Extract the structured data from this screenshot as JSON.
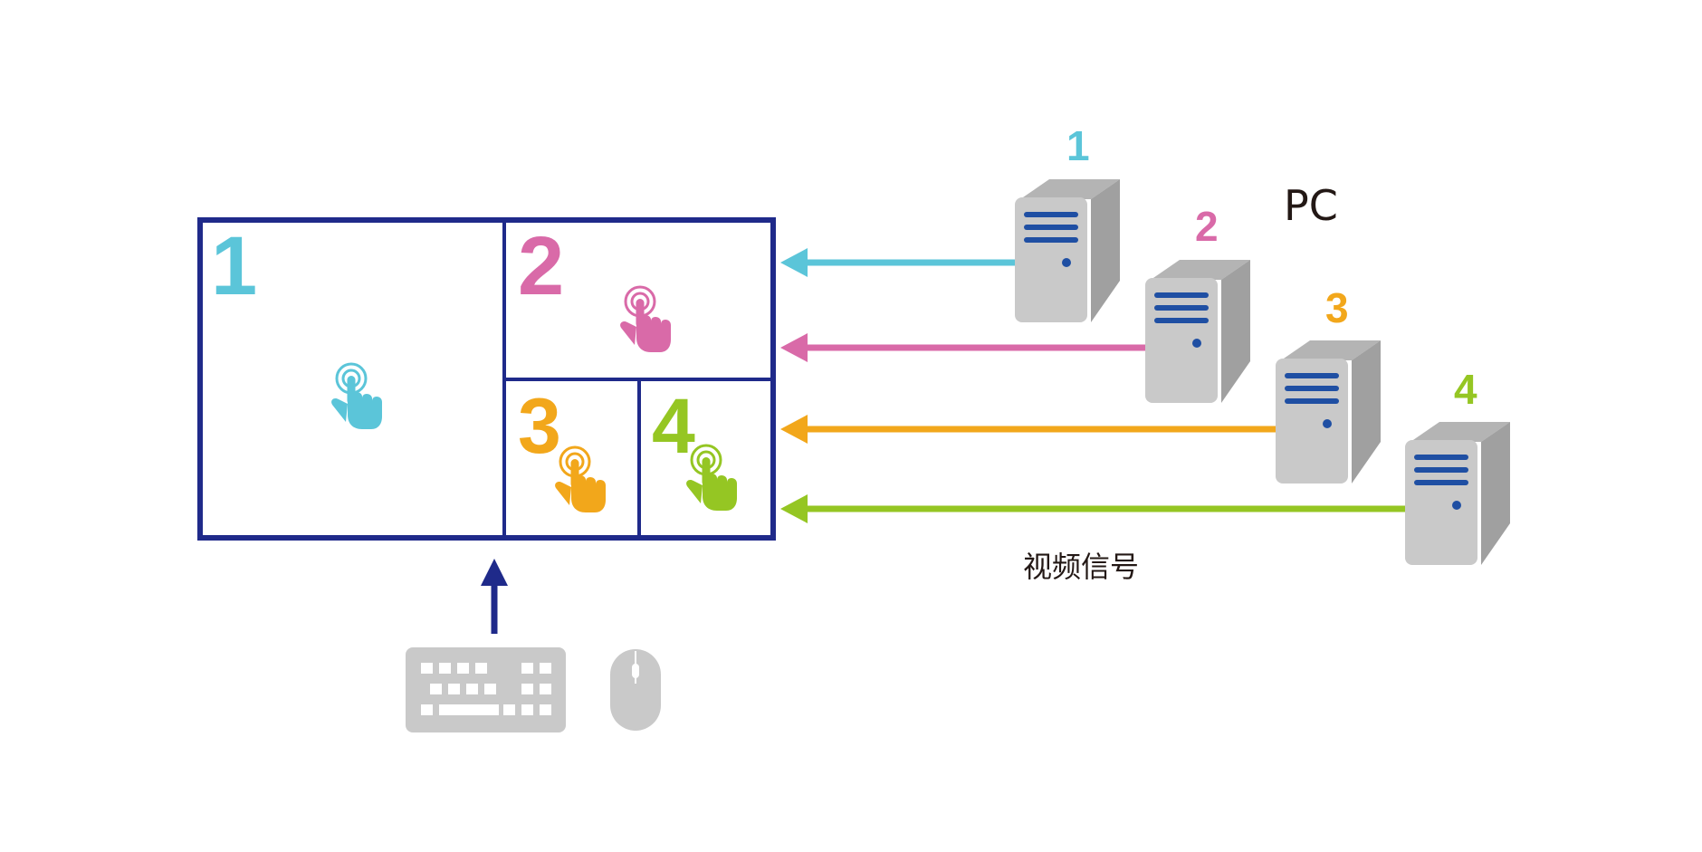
{
  "colors": {
    "frame": "#1f2a8a",
    "source1": "#5bc5d9",
    "source2": "#d96aa8",
    "source3": "#f2a71b",
    "source4": "#95c623",
    "device_gray": "#c9c9c9",
    "device_gray_dark": "#a3a3a3",
    "vent_blue": "#1f4fa3",
    "text": "#231815"
  },
  "screen": {
    "windows": [
      {
        "id": "1",
        "number": "1",
        "color_key": "source1",
        "icon": "touch-hand-icon"
      },
      {
        "id": "2",
        "number": "2",
        "color_key": "source2",
        "icon": "touch-hand-icon"
      },
      {
        "id": "3",
        "number": "3",
        "color_key": "source3",
        "icon": "touch-hand-icon"
      },
      {
        "id": "4",
        "number": "4",
        "color_key": "source4",
        "icon": "touch-hand-icon"
      }
    ]
  },
  "pcs": {
    "group_label": "PC",
    "items": [
      {
        "id": "1",
        "number": "1",
        "color_key": "source1",
        "icon": "pc-tower-icon"
      },
      {
        "id": "2",
        "number": "2",
        "color_key": "source2",
        "icon": "pc-tower-icon"
      },
      {
        "id": "3",
        "number": "3",
        "color_key": "source3",
        "icon": "pc-tower-icon"
      },
      {
        "id": "4",
        "number": "4",
        "color_key": "source4",
        "icon": "pc-tower-icon"
      }
    ]
  },
  "signal_label": "视频信号",
  "inputs": {
    "keyboard_icon": "keyboard-icon",
    "mouse_icon": "mouse-icon"
  }
}
